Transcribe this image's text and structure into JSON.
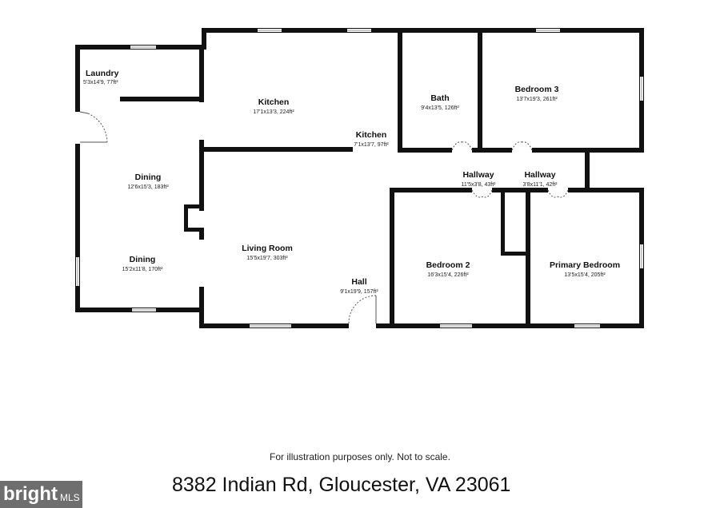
{
  "rooms": {
    "laundry": {
      "name": "Laundry",
      "dims": "5'3x14'9, 77ft²"
    },
    "kitchen": {
      "name": "Kitchen",
      "dims": "17'1x13'3, 224ft²"
    },
    "kitchen_nook": {
      "name": "Kitchen",
      "dims": "7'1x13'7, 97ft²"
    },
    "bath": {
      "name": "Bath",
      "dims": "9'4x13'5, 126ft²"
    },
    "bedroom3": {
      "name": "Bedroom 3",
      "dims": "13'7x19'3, 261ft²"
    },
    "dining_upper": {
      "name": "Dining",
      "dims": "12'6x15'3, 183ft²"
    },
    "dining_lower": {
      "name": "Dining",
      "dims": "15'2x11'8, 170ft²"
    },
    "living": {
      "name": "Living Room",
      "dims": "15'5x19'7, 303ft²"
    },
    "hallway1": {
      "name": "Hallway",
      "dims": "11'5x3'8, 43ft²"
    },
    "hallway2": {
      "name": "Hallway",
      "dims": "3'8x11'1, 42ft²"
    },
    "hall": {
      "name": "Hall",
      "dims": "9'1x19'9, 157ft²"
    },
    "bedroom2": {
      "name": "Bedroom 2",
      "dims": "16'3x15'4, 226ft²"
    },
    "primary_bedroom": {
      "name": "Primary Bedroom",
      "dims": "13'5x15'4, 205ft²"
    }
  },
  "footer": {
    "disclaimer": "For illustration purposes only. Not to scale.",
    "address": "8382 Indian Rd, Gloucester, VA 23061"
  },
  "logo": {
    "main": "bright",
    "sub": "MLS"
  }
}
